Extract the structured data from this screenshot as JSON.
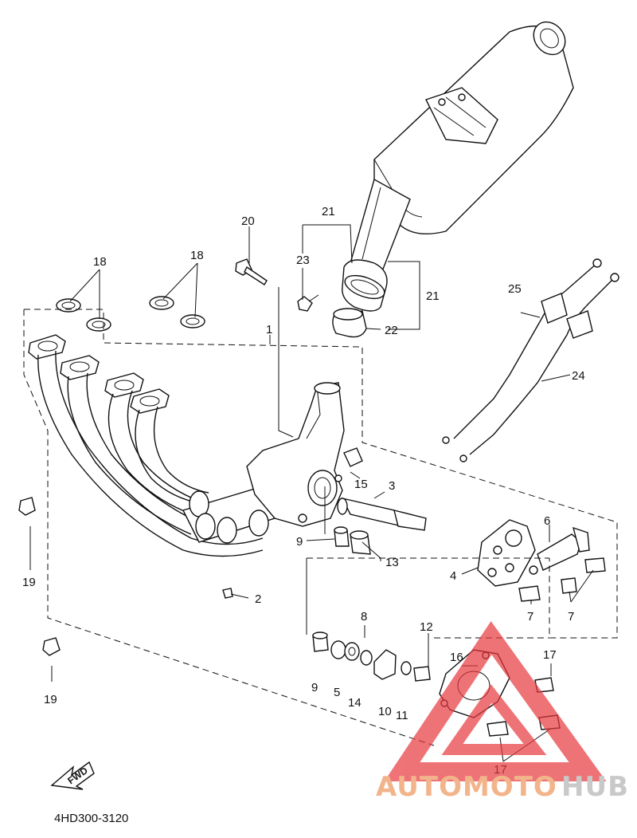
{
  "diagram": {
    "part_code": "4HD300-3120",
    "fwd_label": "FWD",
    "callouts": {
      "c1": "1",
      "c2": "2",
      "c3": "3",
      "c4": "4",
      "c5": "5",
      "c6": "6",
      "c7a": "7",
      "c7b": "7",
      "c8": "8",
      "c9a": "9",
      "c9b": "9",
      "c10": "10",
      "c11": "11",
      "c12": "12",
      "c13": "13",
      "c14": "14",
      "c15": "15",
      "c16": "16",
      "c17a": "17",
      "c17b": "17",
      "c18a": "18",
      "c18b": "18",
      "c19a": "19",
      "c19b": "19",
      "c20": "20",
      "c21a": "21",
      "c21b": "21",
      "c22": "22",
      "c23": "23",
      "c24": "24",
      "c25": "25"
    }
  },
  "watermark": {
    "text_part1": "AUTOMOTO",
    "text_part2": "HUB",
    "color_part1": "#f2b48a",
    "color_part2": "#c9c9c9",
    "triangle_color": "#e8383d"
  }
}
